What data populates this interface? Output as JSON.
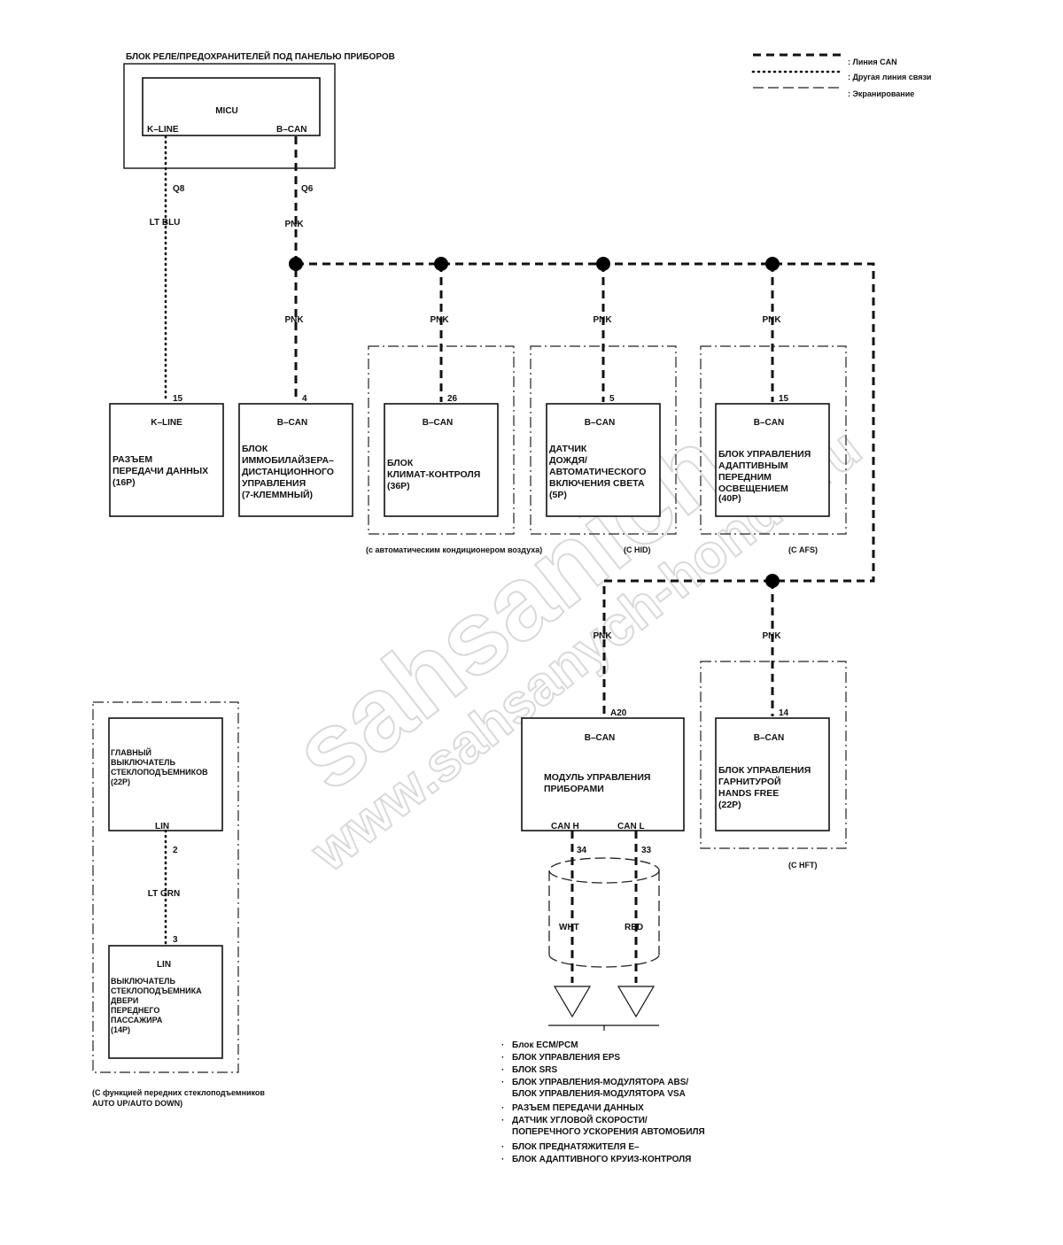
{
  "title": "БЛОК РЕЛЕ/ПРЕДОХРАНИТЕЛЕЙ ПОД ПАНЕЛЬЮ ПРИБОРОВ",
  "legend": {
    "can_line": ": Линия CAN",
    "other_line": ": Другая линия связи",
    "shield": ": Экранирование"
  },
  "micu": {
    "name": "MICU",
    "kline": "K–LINE",
    "bcan": "B–CAN",
    "kline_pin": "Q8",
    "bcan_pin": "Q6"
  },
  "wires": {
    "lt_blu": "LT BLU",
    "pnk": "PNK",
    "lt_grn": "LT GRN",
    "wht": "WHT",
    "red": "RED"
  },
  "modules": {
    "dlc": {
      "pin": "15",
      "header": "K–LINE",
      "label": [
        "РАЗЪЕМ",
        "ПЕРЕДАЧИ ДАННЫХ",
        "(16P)"
      ]
    },
    "immo": {
      "pin": "4",
      "header": "B–CAN",
      "label": [
        "БЛОК",
        "ИММОБИЛАЙЗЕРА–",
        "ДИСТАНЦИОННОГО",
        "УПРАВЛЕНИЯ",
        "(7-КЛЕММНЫЙ)"
      ]
    },
    "climate": {
      "pin": "26",
      "header": "B–CAN",
      "label": [
        "БЛОК",
        "КЛИМАТ-КОНТРОЛЯ",
        "(36P)"
      ],
      "note": "(с автоматическим кондиционером воздуха)"
    },
    "rain": {
      "pin": "5",
      "header": "B–CAN",
      "label": [
        "ДАТЧИК",
        "ДОЖДЯ/",
        "АВТОМАТИЧЕСКОГО",
        "ВКЛЮЧЕНИЯ СВЕТА",
        "(5P)"
      ],
      "note": "(С HID)"
    },
    "afs": {
      "pin": "15",
      "header": "B–CAN",
      "label": [
        "БЛОК УПРАВЛЕНИЯ",
        "АДАПТИВНЫМ",
        "ПЕРЕДНИМ",
        "ОСВЕЩЕНИЕМ",
        "(40P)"
      ],
      "note": "(С AFS)"
    },
    "gauge": {
      "pin": "A20",
      "header": "B–CAN",
      "label": [
        "МОДУЛЬ УПРАВЛЕНИЯ",
        "ПРИБОРАМИ"
      ],
      "canh": "CAN H",
      "canl": "CAN L",
      "canh_pin": "34",
      "canl_pin": "33"
    },
    "hft": {
      "pin": "14",
      "header": "B–CAN",
      "label": [
        "БЛОК УПРАВЛЕНИЯ",
        "ГАРНИТУРОЙ",
        "HANDS FREE",
        "(22P)"
      ],
      "note": "(С HFT)"
    },
    "master_sw": {
      "label": [
        "ГЛАВНЫЙ",
        "ВЫКЛЮЧАТЕЛЬ",
        "СТЕКЛОПОДЪЕМНИКОВ",
        "(22P)"
      ],
      "lin": "LIN",
      "pin": "2"
    },
    "pass_sw": {
      "pin": "3",
      "header": "LIN",
      "label": [
        "ВЫКЛЮЧАТЕЛЬ",
        "СТЕКЛОПОДЪЕМНИКА",
        "ДВЕРИ",
        "ПЕРЕДНЕГО",
        "ПАССАЖИРА",
        "(14P)"
      ]
    },
    "window_note": [
      "(С функцией передних стеклоподъемников",
      "AUTO UP/AUTO DOWN)"
    ]
  },
  "fcan_list": [
    "Блок ECM/PCM",
    "БЛОК УПРАВЛЕНИЯ EPS",
    "БЛОК SRS",
    "БЛОК УПРАВЛЕНИЯ-МОДУЛЯТОРА ABS/",
    "БЛОК УПРАВЛЕНИЯ-МОДУЛЯТОРА VSA",
    "РАЗЪЕМ ПЕРЕДАЧИ ДАННЫХ",
    "ДАТЧИК УГЛОВОЙ СКОРОСТИ/",
    "ПОПЕРЕЧНОГО УСКОРЕНИЯ АВТОМОБИЛЯ",
    "БЛОК ПРЕДНАТЯЖИТЕЛЯ E–",
    "БЛОК АДАПТИВНОГО КРУИЗ-КОНТРОЛЯ"
  ],
  "watermark": [
    "sahsanich",
    "www.sahsanych-honda.ru"
  ]
}
